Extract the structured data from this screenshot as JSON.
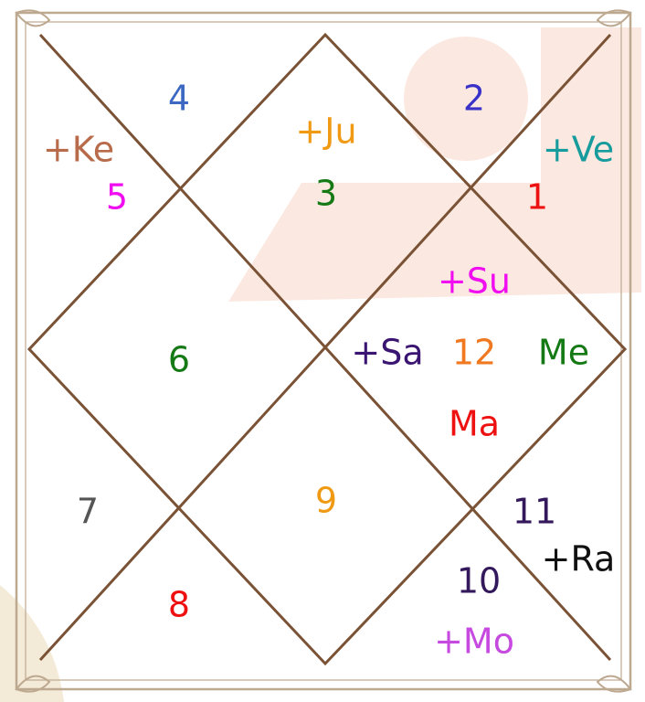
{
  "chart": {
    "houses": [
      {
        "number": "1",
        "color": "#ee1111"
      },
      {
        "number": "2",
        "color": "#3a32c8"
      },
      {
        "number": "3",
        "color": "#157a15"
      },
      {
        "number": "4",
        "color": "#3c68c2"
      },
      {
        "number": "5",
        "color": "#f00ef0"
      },
      {
        "number": "6",
        "color": "#157a15"
      },
      {
        "number": "7",
        "color": "#555555"
      },
      {
        "number": "8",
        "color": "#ee1111"
      },
      {
        "number": "9",
        "color": "#f09a14"
      },
      {
        "number": "10",
        "color": "#33195c"
      },
      {
        "number": "11",
        "color": "#33195c"
      },
      {
        "number": "12",
        "color": "#f07820"
      }
    ],
    "planets": [
      {
        "label": "+Ke",
        "color": "#b86b4a"
      },
      {
        "label": "+Ju",
        "color": "#f09a14"
      },
      {
        "label": "+Ve",
        "color": "#169c9c"
      },
      {
        "label": "+Su",
        "color": "#f00ef0"
      },
      {
        "label": "+Sa",
        "color": "#3a1572"
      },
      {
        "label": "Me",
        "color": "#157a15"
      },
      {
        "label": "Ma",
        "color": "#ee1111"
      },
      {
        "label": "+Ra",
        "color": "#111111"
      },
      {
        "label": "+Mo",
        "color": "#c64ae0"
      }
    ]
  }
}
